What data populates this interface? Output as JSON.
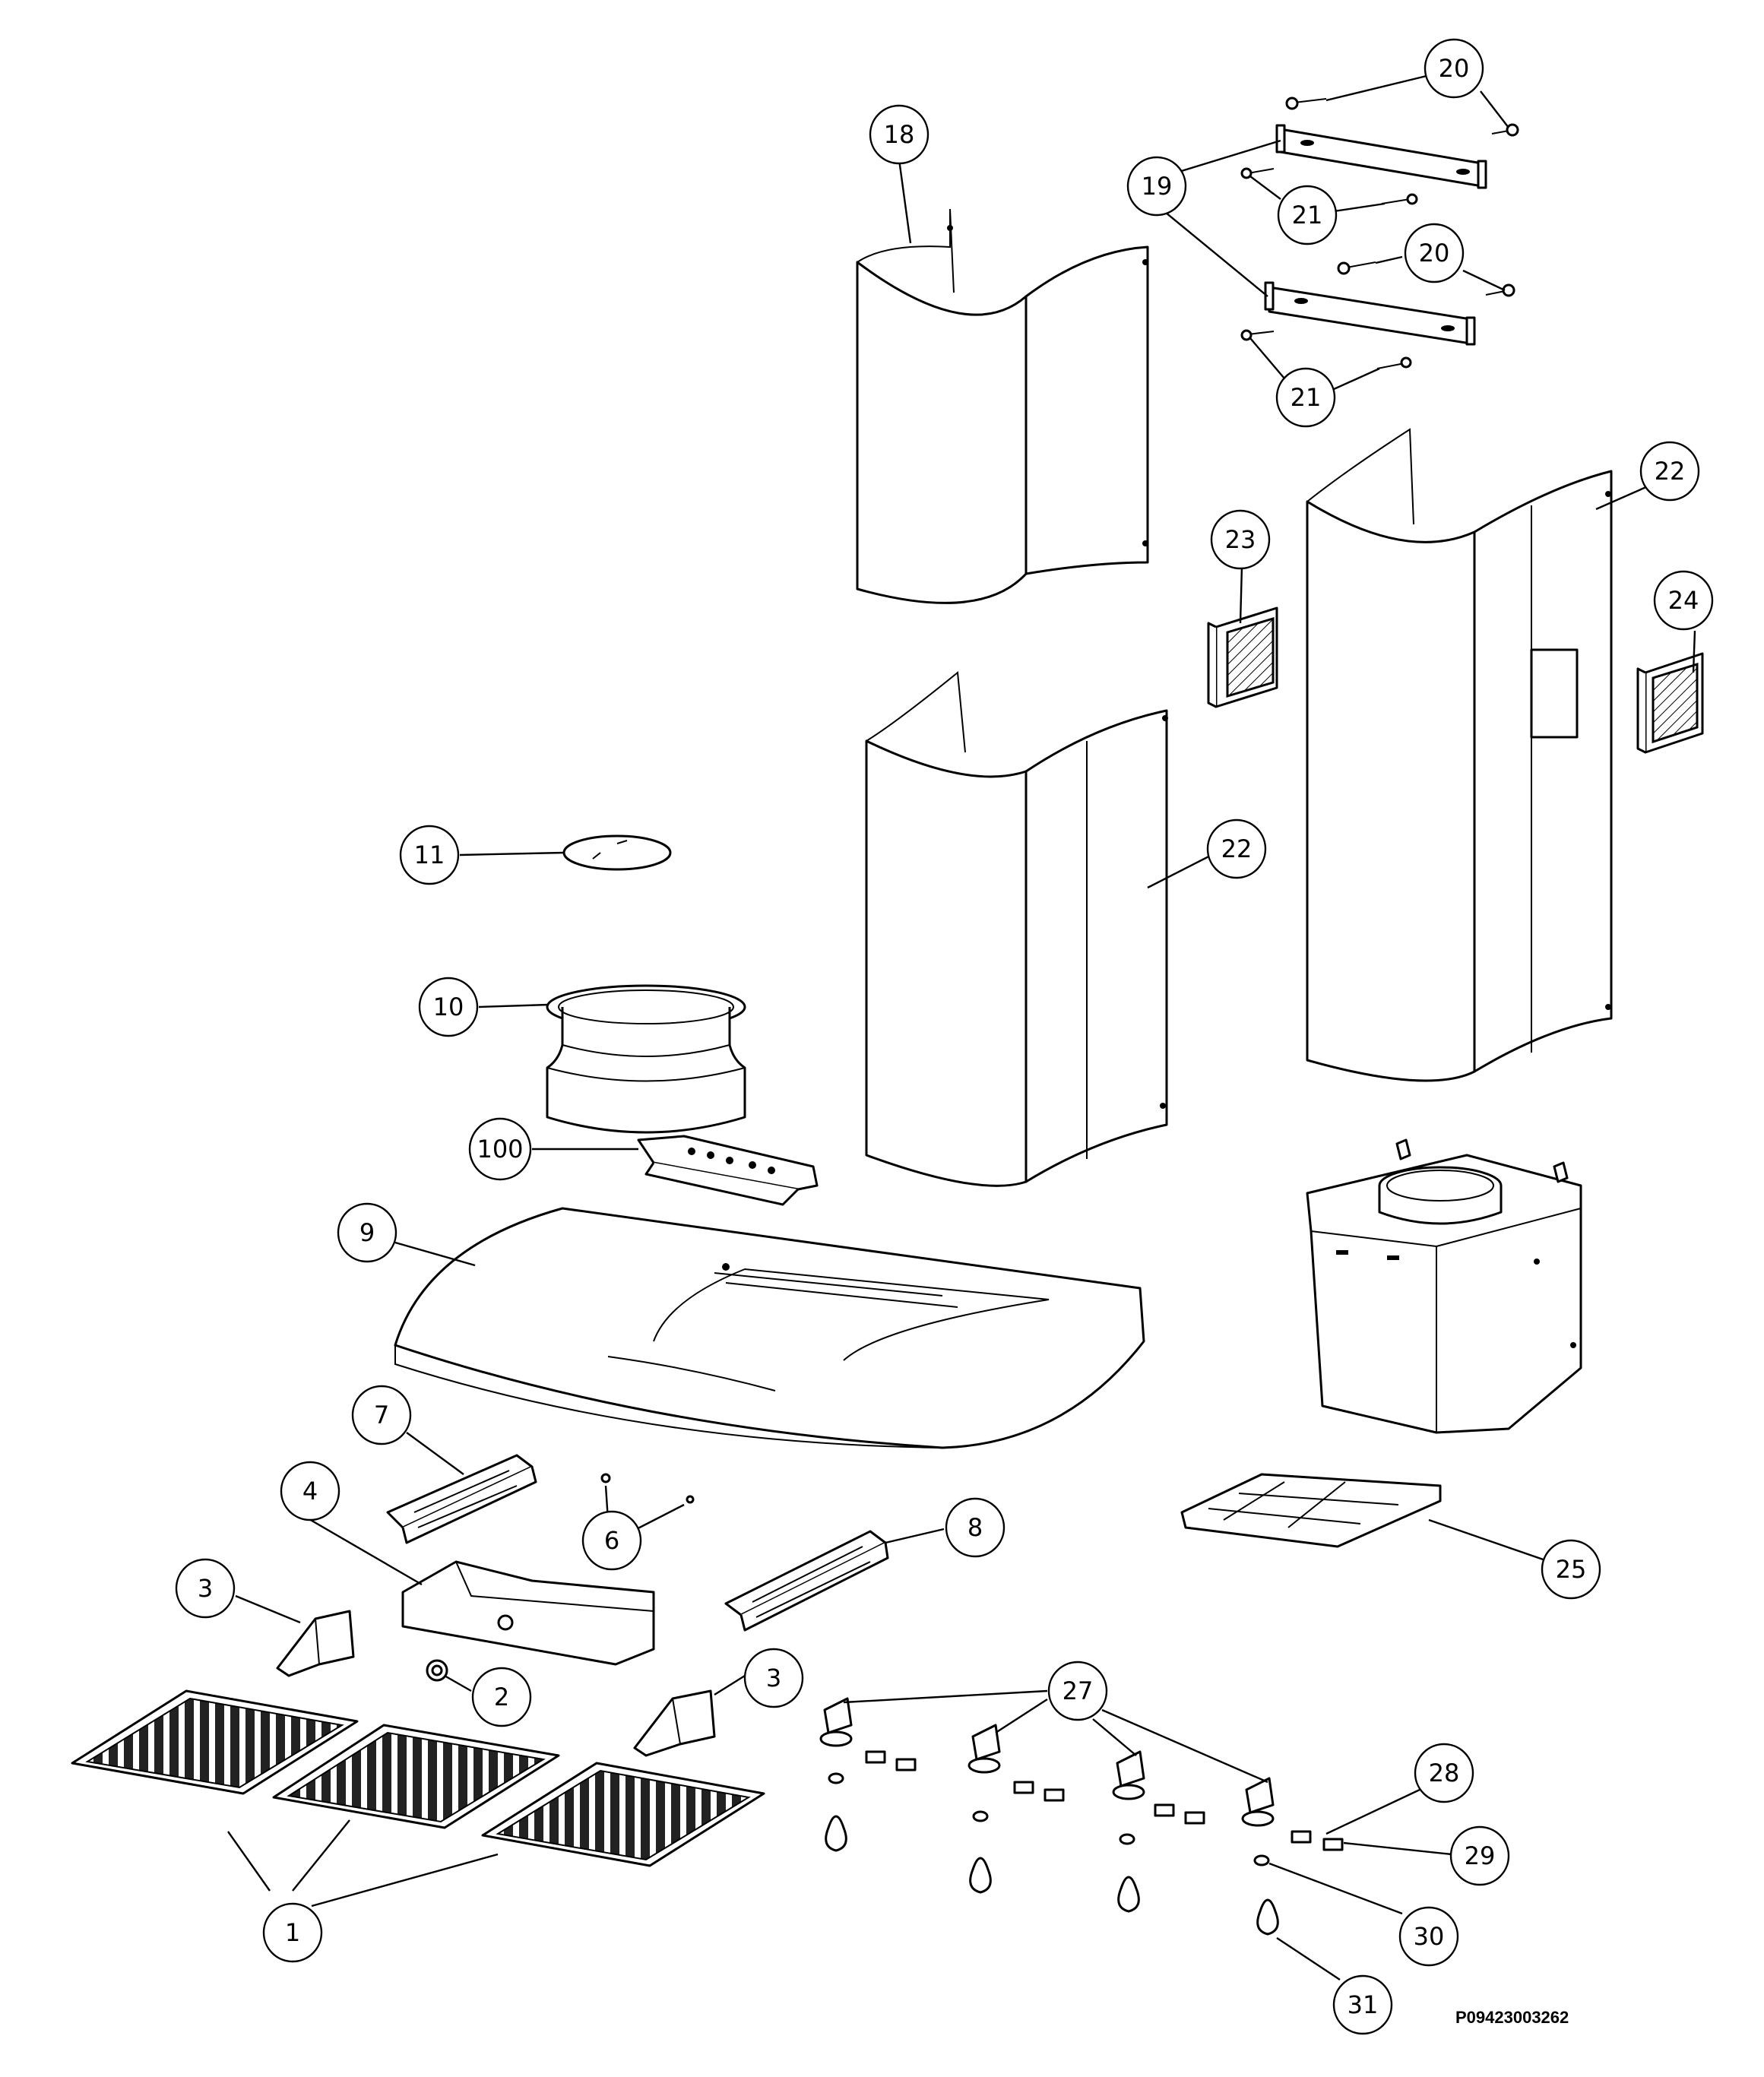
{
  "diagram": {
    "reference_code": "P09423003262",
    "callouts": [
      {
        "id": "c1",
        "label": "1"
      },
      {
        "id": "c2",
        "label": "2"
      },
      {
        "id": "c3a",
        "label": "3"
      },
      {
        "id": "c3b",
        "label": "3"
      },
      {
        "id": "c4",
        "label": "4"
      },
      {
        "id": "c6",
        "label": "6"
      },
      {
        "id": "c7",
        "label": "7"
      },
      {
        "id": "c8",
        "label": "8"
      },
      {
        "id": "c9",
        "label": "9"
      },
      {
        "id": "c10",
        "label": "10"
      },
      {
        "id": "c11",
        "label": "11"
      },
      {
        "id": "c100",
        "label": "100"
      },
      {
        "id": "c18",
        "label": "18"
      },
      {
        "id": "c19",
        "label": "19"
      },
      {
        "id": "c20a",
        "label": "20"
      },
      {
        "id": "c20b",
        "label": "20"
      },
      {
        "id": "c21a",
        "label": "21"
      },
      {
        "id": "c21b",
        "label": "21"
      },
      {
        "id": "c22a",
        "label": "22"
      },
      {
        "id": "c22b",
        "label": "22"
      },
      {
        "id": "c23",
        "label": "23"
      },
      {
        "id": "c24",
        "label": "24"
      },
      {
        "id": "c25",
        "label": "25"
      },
      {
        "id": "c27",
        "label": "27"
      },
      {
        "id": "c28",
        "label": "28"
      },
      {
        "id": "c29",
        "label": "29"
      },
      {
        "id": "c30",
        "label": "30"
      },
      {
        "id": "c31",
        "label": "31"
      }
    ]
  }
}
